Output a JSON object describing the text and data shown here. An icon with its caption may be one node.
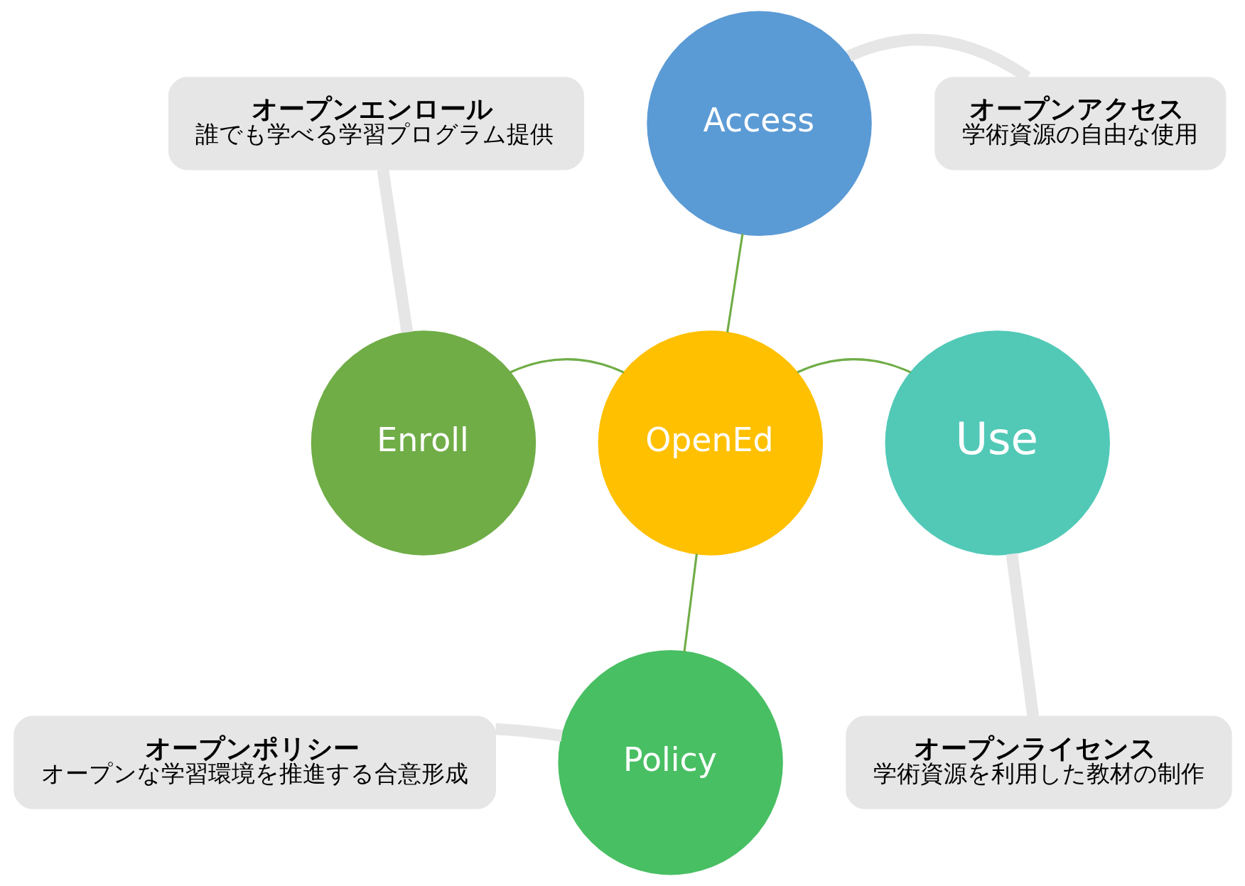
{
  "diagram": {
    "nodes": [
      {
        "text": [
          "オープンエンロール",
          "誰でも学べる学習プログラム提供"
        ]
      },
      {
        "text": [
          "Access"
        ]
      },
      {
        "text": [
          "オープンアクセス",
          "学術資源の自由な使用"
        ]
      },
      {
        "text": [
          "Enroll"
        ]
      },
      {
        "text": [
          "OpenEd"
        ]
      },
      {
        "text": [
          "Use"
        ]
      },
      {
        "text": [
          "オープンポリシー",
          "オープンな学習環境を推進する合意形成"
        ]
      },
      {
        "text": [
          "Policy"
        ]
      },
      {
        "text": [
          "オープンライセンス",
          "学術資源を利用した教材の制作"
        ]
      }
    ],
    "edges": [
      {
        "from": 4,
        "to": 1,
        "arrow": "none"
      },
      {
        "from": 3,
        "to": 4,
        "arrow": "none"
      },
      {
        "from": 4,
        "to": 5,
        "arrow": "none"
      },
      {
        "from": 4,
        "to": 7,
        "arrow": "none"
      },
      {
        "from": 0,
        "to": 3,
        "arrow": "none",
        "style": "thick",
        "color": "#e6e6e6"
      },
      {
        "from": 2,
        "to": 1,
        "arrow": "none",
        "style": "thick",
        "color": "#e6e6e6"
      },
      {
        "from": 6,
        "to": 7,
        "arrow": "none",
        "style": "thick",
        "color": "#e6e6e6"
      },
      {
        "from": 8,
        "to": 5,
        "arrow": "none",
        "style": "thick",
        "color": "#e6e6e6"
      }
    ]
  }
}
